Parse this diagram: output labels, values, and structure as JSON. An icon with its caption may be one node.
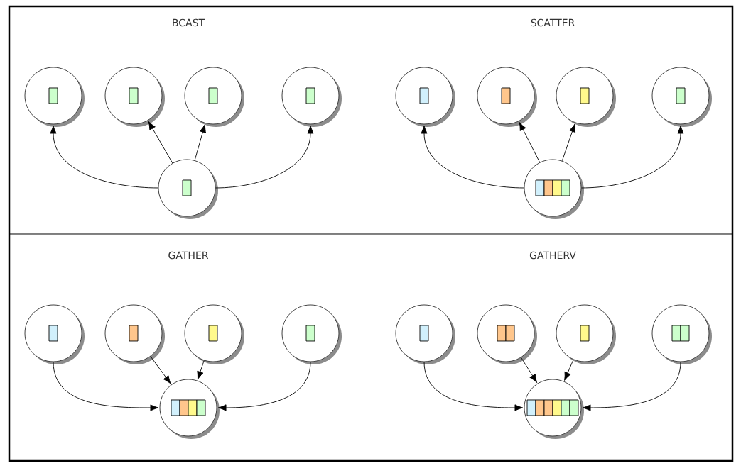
{
  "diagram": {
    "nodes": [
      {
        "text": [],
        "shape": "circle"
      },
      {
        "text": [],
        "shape": "circle"
      },
      {
        "text": [],
        "shape": "circle"
      },
      {
        "text": [],
        "shape": "circle"
      },
      {
        "text": [],
        "shape": "circle"
      },
      {
        "text": [],
        "shape": "circle"
      },
      {
        "text": [],
        "shape": "circle"
      },
      {
        "text": [],
        "shape": "circle"
      },
      {
        "text": [],
        "shape": "circle"
      },
      {
        "text": [],
        "shape": "circle"
      },
      {
        "text": [],
        "shape": "circle"
      },
      {
        "text": [],
        "shape": "circle"
      },
      {
        "text": [],
        "shape": "circle"
      },
      {
        "text": [],
        "shape": "circle"
      },
      {
        "text": [],
        "shape": "circle"
      },
      {
        "text": [],
        "shape": "circle"
      },
      {
        "text": [],
        "shape": "circle"
      },
      {
        "text": [],
        "shape": "circle"
      },
      {
        "text": [],
        "shape": "circle"
      },
      {
        "text": [],
        "shape": "circle"
      }
    ],
    "edges": [
      {
        "from": 4,
        "to": 0,
        "arrow": "to"
      },
      {
        "from": 4,
        "to": 1,
        "arrow": "to"
      },
      {
        "from": 4,
        "to": 2,
        "arrow": "to"
      },
      {
        "from": 4,
        "to": 3,
        "arrow": "to"
      },
      {
        "from": 9,
        "to": 5,
        "arrow": "to"
      },
      {
        "from": 9,
        "to": 6,
        "arrow": "to"
      },
      {
        "from": 9,
        "to": 7,
        "arrow": "to"
      },
      {
        "from": 9,
        "to": 8,
        "arrow": "to"
      },
      {
        "from": 10,
        "to": 14,
        "arrow": "to"
      },
      {
        "from": 11,
        "to": 14,
        "arrow": "to"
      },
      {
        "from": 12,
        "to": 14,
        "arrow": "to"
      },
      {
        "from": 13,
        "to": 14,
        "arrow": "to"
      },
      {
        "from": 15,
        "to": 19,
        "arrow": "to"
      },
      {
        "from": 16,
        "to": 19,
        "arrow": "to"
      },
      {
        "from": 17,
        "to": 19,
        "arrow": "to"
      },
      {
        "from": 18,
        "to": 19,
        "arrow": "to"
      }
    ],
    "labels": [
      "BCAST",
      "SCATTER",
      "GATHER",
      "GATHERV"
    ]
  }
}
